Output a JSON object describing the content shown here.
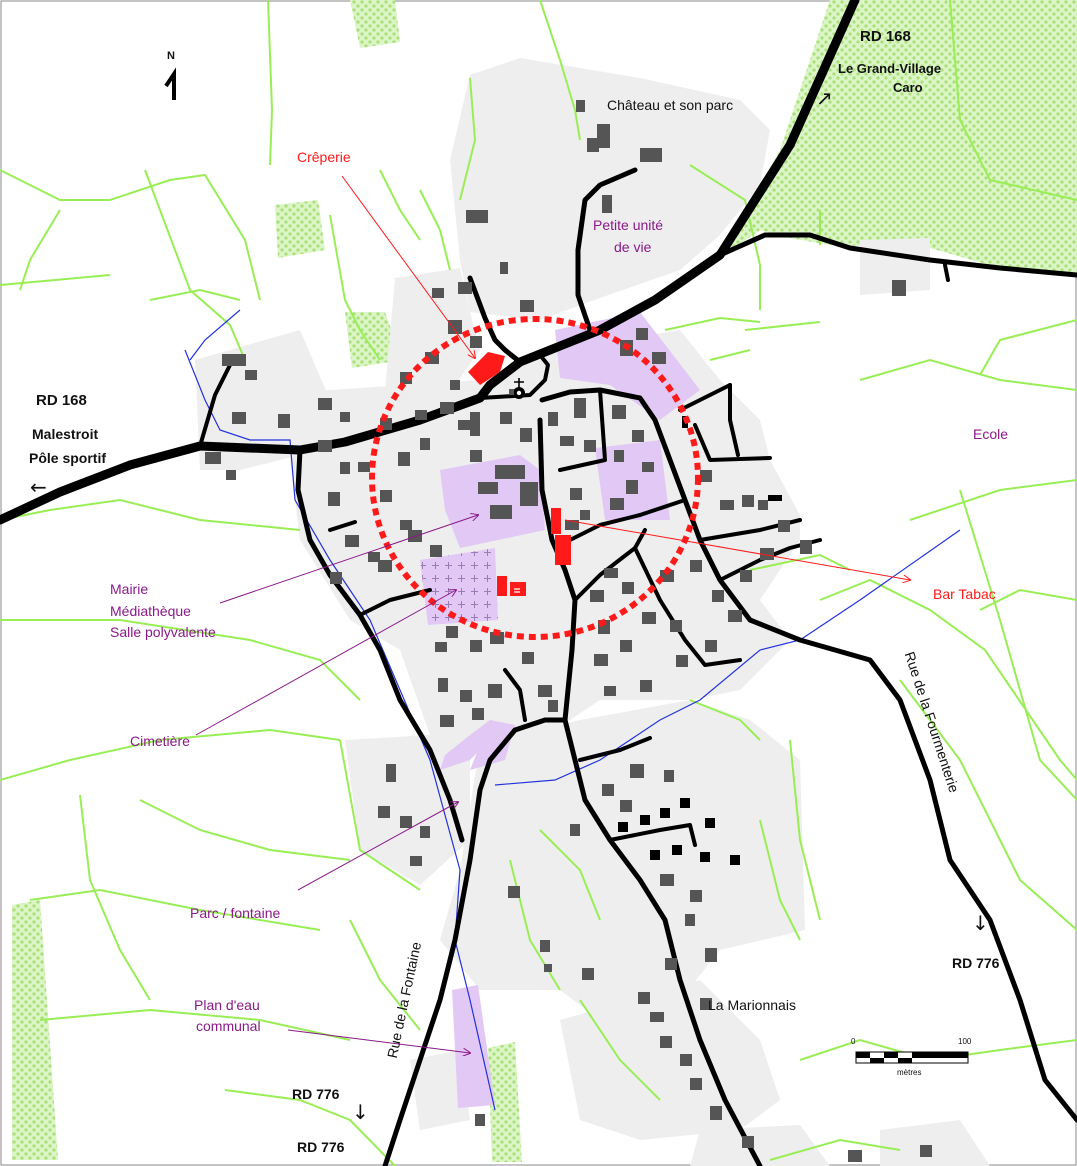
{
  "north": {
    "letter": "N"
  },
  "roads": {
    "rd168_east": "RD 168",
    "rd168_west": "RD 168",
    "rd776_east": "RD 776",
    "rd776_south_a": "RD 776",
    "rd776_south_b": "RD 776",
    "rue_fontaine": "Rue de la Fontaine",
    "rue_fournmenterie": "Rue de la Fourmenterie"
  },
  "places": {
    "grand_village": "Le Grand-Village",
    "caro": "Caro",
    "malestroit": "Malestroit",
    "pole_sportif": "Pôle sportif",
    "chateau": "Château et son parc",
    "marionnais": "La Marionnais"
  },
  "amenities": {
    "creperie": "Crêperie",
    "petite_unite_1": "Petite unité",
    "petite_unite_2": "de vie",
    "ecole": "Ecole",
    "bar_tabac": "Bar Tabac",
    "mairie": "Mairie",
    "mediatheque": "Médiathèque",
    "salle": "Salle polyvalente",
    "cimetiere": "Cimetière",
    "parc": "Parc / fontaine",
    "plan_eau_1": "Plan d'eau",
    "plan_eau_2": "communal"
  },
  "arrows": {
    "ne": "↗",
    "west": "←",
    "south": "↓"
  },
  "scale": {
    "min": "0",
    "max": "100",
    "unit": "mètres"
  },
  "colors": {
    "building": "#555555",
    "urban": "#eeeeee",
    "equipment": "#e2c8f5",
    "field_line": "#99ee55",
    "wood": "#cdeeb0",
    "water": "#2233dd",
    "road": "#000000",
    "highlight": "#ff1a1a",
    "purple_text": "#8b1a8b"
  }
}
